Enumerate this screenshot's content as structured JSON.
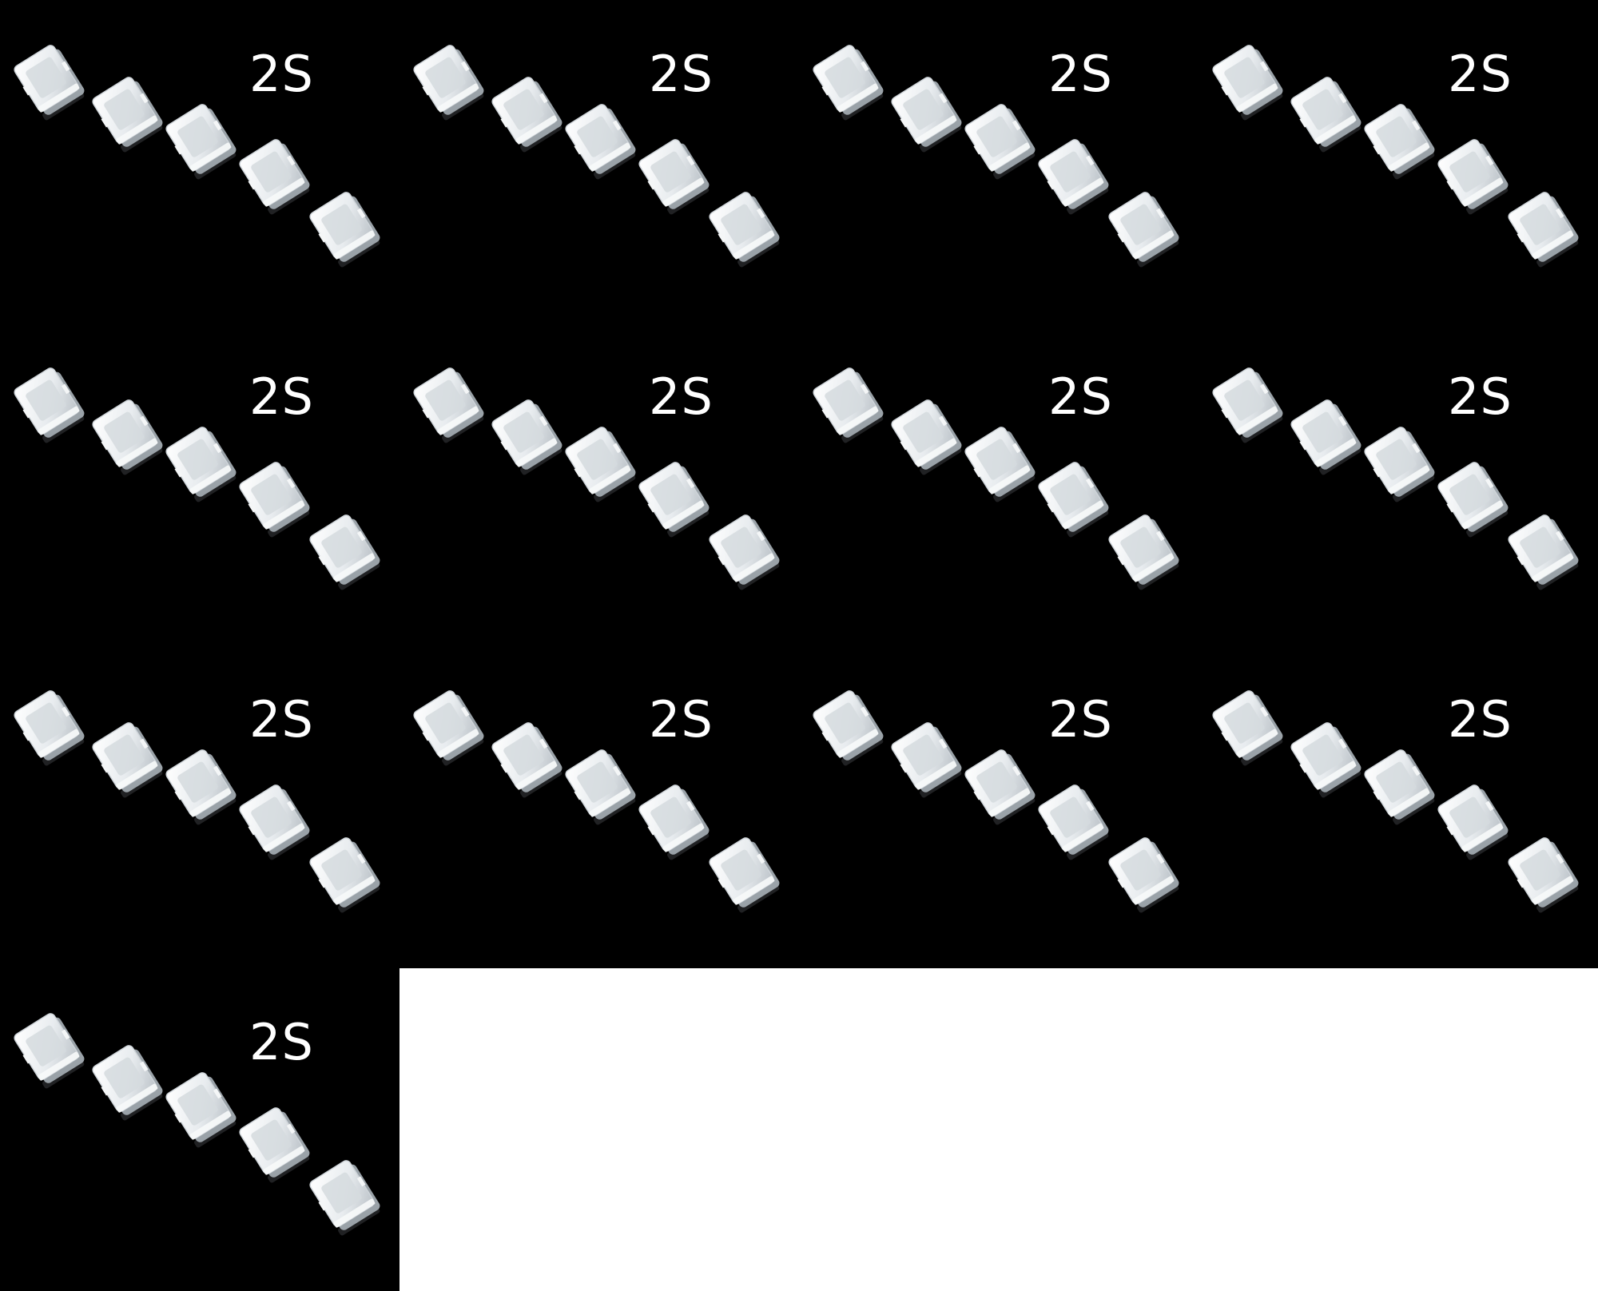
{
  "image": {
    "background_color": "#000000",
    "blank_area_color": "#ffffff",
    "grid": {
      "columns": 4,
      "rows": 4
    },
    "tile_label": "2S",
    "tiles": [
      {
        "label": "2S",
        "object": "connector-cover-set"
      },
      {
        "label": "2S",
        "object": "connector-cover-set"
      },
      {
        "label": "2S",
        "object": "connector-cover-set"
      },
      {
        "label": "2S",
        "object": "connector-cover-set"
      },
      {
        "label": "2S",
        "object": "connector-cover-set"
      },
      {
        "label": "2S",
        "object": "connector-cover-set"
      },
      {
        "label": "2S",
        "object": "connector-cover-set"
      },
      {
        "label": "2S",
        "object": "connector-cover-set"
      },
      {
        "label": "2S",
        "object": "connector-cover-set"
      },
      {
        "label": "2S",
        "object": "connector-cover-set"
      },
      {
        "label": "2S",
        "object": "connector-cover-set"
      },
      {
        "label": "2S",
        "object": "connector-cover-set"
      },
      {
        "label": "2S",
        "object": "connector-cover-set"
      }
    ],
    "piece_color": "#e8ecef",
    "pieces_per_tile": 5
  }
}
